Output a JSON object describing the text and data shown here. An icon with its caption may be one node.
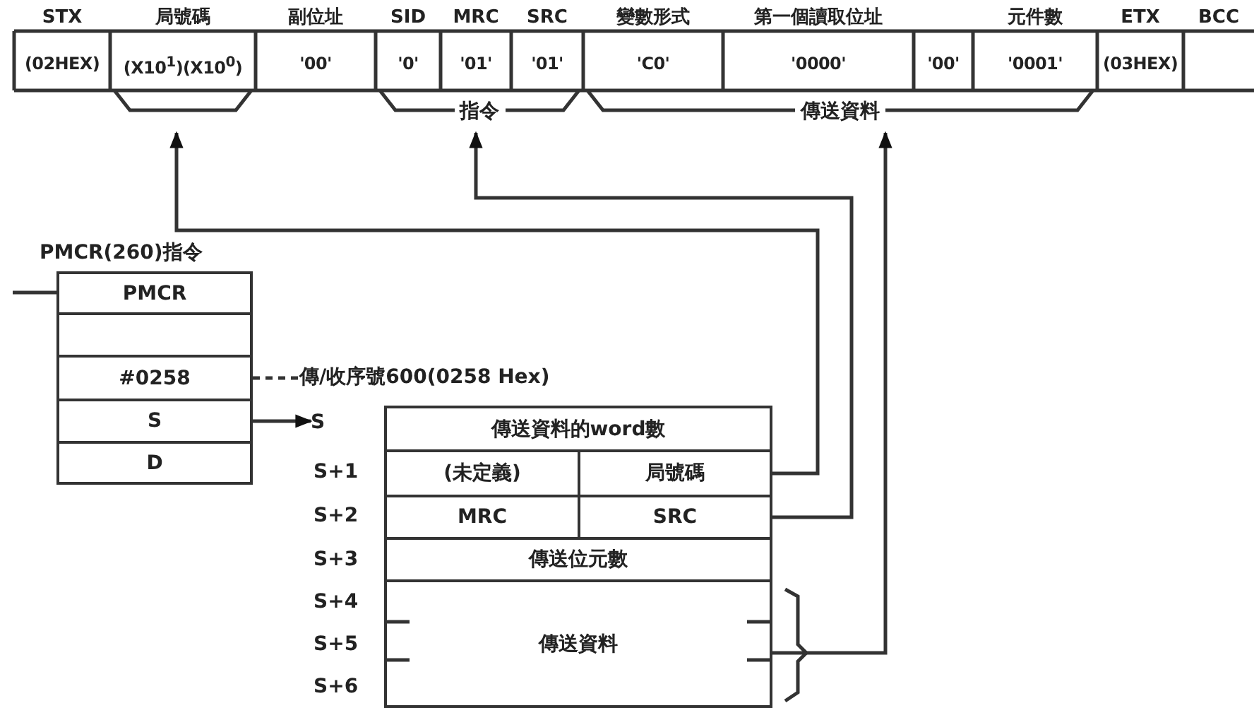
{
  "diagram": {
    "nodes": [
      {
        "text": [
          "STX",
          "(02HEX)"
        ]
      },
      {
        "text": [
          "局號碼",
          "(X10$^{1}$)(X10$^{0}$)"
        ]
      },
      {
        "text": [
          "副位址",
          "'00'"
        ]
      },
      {
        "text": [
          "SID",
          "'0'"
        ]
      },
      {
        "text": [
          "MRC",
          "'01'"
        ]
      },
      {
        "text": [
          "SRC",
          "'01'"
        ]
      },
      {
        "text": [
          "變數形式",
          "'C0'"
        ]
      },
      {
        "text": [
          "第一個讀取位址",
          "'0000'"
        ]
      },
      {
        "text": [
          "'00'"
        ]
      },
      {
        "text": [
          "元件數",
          "'0001'"
        ]
      },
      {
        "text": [
          "ETX",
          "(03HEX)"
        ]
      },
      {
        "text": [
          "BCC"
        ]
      },
      {
        "text": [],
        "shape": "bracket"
      },
      {
        "text": [
          "指令"
        ]
      },
      {
        "text": [
          "傳送資料"
        ]
      },
      {
        "text": [
          "PMCR(260)指令"
        ]
      },
      {
        "text": [
          "PMCR"
        ],
        "in": 15
      },
      {
        "text": [],
        "shape": "box",
        "in": 15
      },
      {
        "text": [
          "#0258"
        ],
        "in": 15
      },
      {
        "text": [
          "S"
        ],
        "in": 15
      },
      {
        "text": [
          "D"
        ],
        "in": 15
      },
      {
        "text": [
          "傳/收序號600(0258 Hex)"
        ]
      },
      {
        "text": [
          "S"
        ]
      },
      {
        "text": [
          "傳送資料的word數"
        ]
      },
      {
        "text": [
          "(未定義)"
        ]
      },
      {
        "text": [
          "局號碼"
        ]
      },
      {
        "text": [
          "MRC"
        ]
      },
      {
        "text": [
          "SRC"
        ]
      },
      {
        "text": [
          "傳送位元數"
        ]
      },
      {
        "text": [
          "傳送資料"
        ]
      }
    ],
    "edges": [
      {
        "from": null,
        "to": 16,
        "arrow": "none"
      },
      {
        "from": 18,
        "to": 21,
        "arrow": "none",
        "style": "dashed"
      },
      {
        "from": 19,
        "to": 22,
        "arrow": "to"
      },
      {
        "from": 25,
        "to": 12,
        "arrow": "to"
      },
      {
        "from": 27,
        "to": 13,
        "arrow": "to"
      },
      {
        "from": 29,
        "to": 14,
        "arrow": "to"
      }
    ],
    "labels": [
      "S+1",
      "S+2",
      "S+3",
      "S+4",
      "S+5",
      "S+6"
    ]
  }
}
